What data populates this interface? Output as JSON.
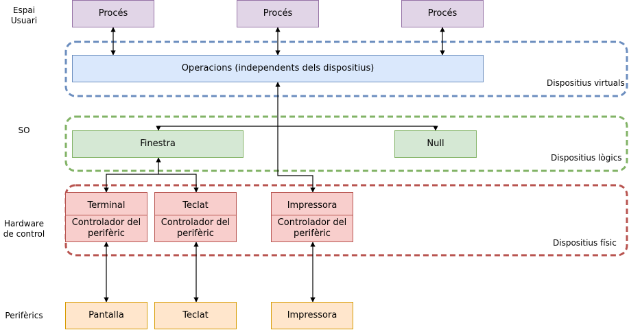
{
  "side_labels": {
    "user_space": "Espai\nUsuari",
    "os": "SO",
    "control_hardware": "Hardware\nde control",
    "peripherals": "Perifèrics"
  },
  "groups": {
    "virtual": "Dispositius virtuals",
    "logical": "Dispositius lògics",
    "physical": "Dispositius físic"
  },
  "processes": [
    "Procés",
    "Procés",
    "Procés"
  ],
  "operations": "Operacions (independents dels dispositius)",
  "logical_devices": {
    "window": "Finestra",
    "null": "Null"
  },
  "physical_devices": {
    "terminal": "Terminal",
    "keyboard": "Teclat",
    "printer": "Impressora"
  },
  "controllers": [
    "Controlador del\nperifèric",
    "Controlador del\nperifèric",
    "Controlador del\nperifèric"
  ],
  "peripherals": {
    "screen": "Pantalla",
    "keyboard": "Teclat",
    "printer": "Impressora"
  },
  "colors": {
    "process": "#e1d5e7",
    "operations": "#dae8fc",
    "logical": "#d5e8d4",
    "physical": "#f8cecc",
    "peripheral": "#ffe6cc",
    "virtual_group_border": "#6c8ebf",
    "logical_group_border": "#82b366",
    "physical_group_border": "#b85450"
  }
}
